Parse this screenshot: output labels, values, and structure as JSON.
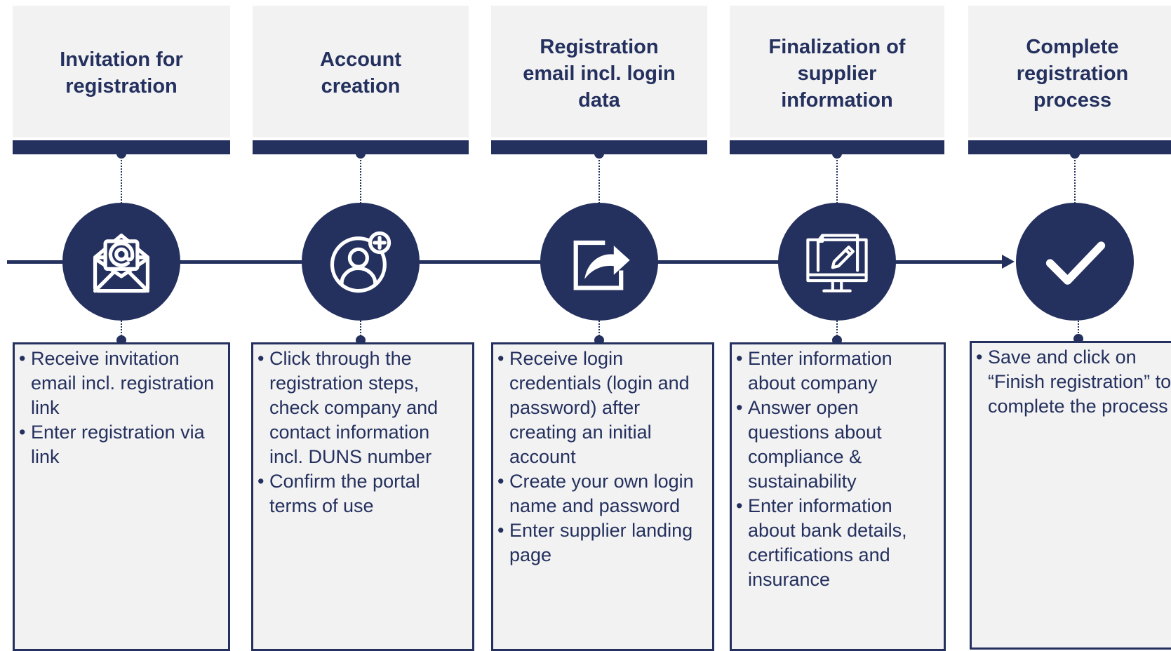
{
  "colors": {
    "navy": "#24305e",
    "panel": "#f2f2f2",
    "white": "#ffffff"
  },
  "steps": [
    {
      "title": "Invitation for\nregistration",
      "icon": "email-at-icon",
      "bullets": [
        "Receive invitation email incl. registration link",
        "Enter registration via link"
      ]
    },
    {
      "title": "Account\ncreation",
      "icon": "add-user-icon",
      "bullets": [
        "Click through the registration steps, check company and contact information incl. DUNS number",
        "Confirm the portal terms of use"
      ]
    },
    {
      "title": "Registration\nemail incl. login\ndata",
      "icon": "share-arrow-icon",
      "bullets": [
        "Receive login credentials (login and password) after creating an initial account",
        "Create your own login name and password",
        "Enter supplier landing page"
      ]
    },
    {
      "title": "Finalization of\nsupplier\ninformation",
      "icon": "monitor-edit-icon",
      "bullets": [
        "Enter information about company",
        "Answer open questions about compliance & sustainability",
        "Enter information about bank details, certifications and insurance"
      ]
    },
    {
      "title": "Complete\nregistration\nprocess",
      "icon": "checkmark-icon",
      "bullets": [
        "Save and click on “Finish registration” to complete the process"
      ]
    }
  ]
}
